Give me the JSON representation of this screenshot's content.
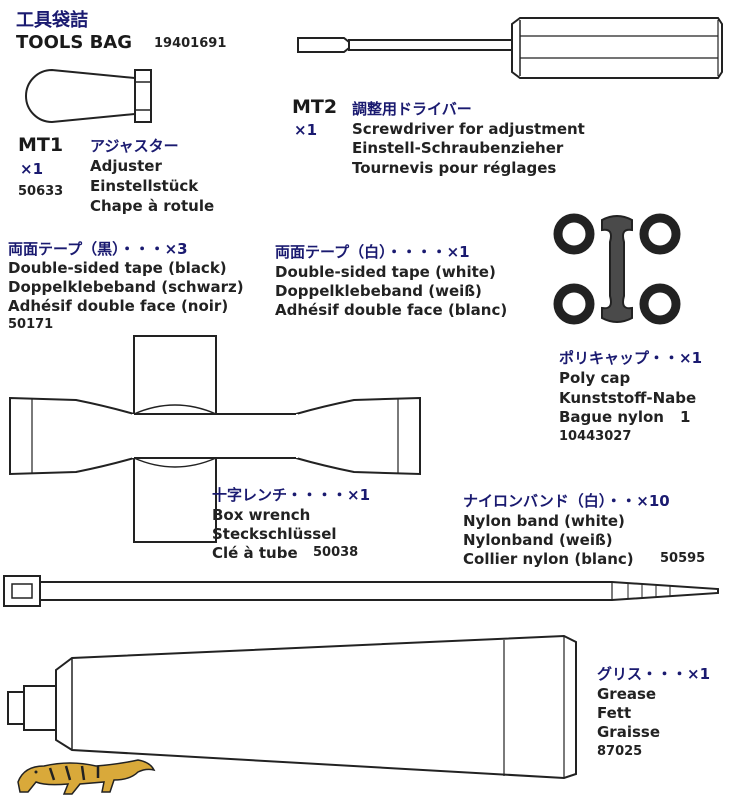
{
  "header": {
    "title_jp": "工具袋詰",
    "title_en": "TOOLS BAG",
    "code": "19401691"
  },
  "items": {
    "mt1": {
      "id": "MT1",
      "qty": "×1",
      "name_jp": "アジャスター",
      "name_en": "Adjuster",
      "name_de": "Einstellstück",
      "name_fr": "Chape à rotule",
      "code": "50633"
    },
    "mt2": {
      "id": "MT2",
      "qty": "×1",
      "name_jp": "調整用ドライバー",
      "name_en": "Screwdriver for adjustment",
      "name_de": "Einstell-Schraubenzieher",
      "name_fr": "Tournevis pour réglages"
    },
    "tape_black": {
      "name_jp": "両面テープ（黒）・・・×3",
      "name_en": "Double-sided tape (black)",
      "name_de": "Doppelklebeband (schwarz)",
      "name_fr": "Adhésif double face (noir)",
      "code": "50171"
    },
    "tape_white": {
      "name_jp": "両面テープ（白）・・・・×1",
      "name_en": "Double-sided tape (white)",
      "name_de": "Doppelklebeband (weiß)",
      "name_fr": "Adhésif double face (blanc)"
    },
    "poly_cap": {
      "name_jp": "ポリキャップ・・×1",
      "name_en": "Poly cap",
      "name_de": "Kunststoff-Nabe",
      "name_fr": "Bague nylon",
      "extra": "1",
      "code": "10443027"
    },
    "box_wrench": {
      "name_jp": "十字レンチ・・・・×1",
      "name_en": "Box wrench",
      "name_de": "Steckschlüssel",
      "name_fr": "Clé à tube",
      "code": "50038"
    },
    "nylon_band": {
      "name_jp": "ナイロンバンド（白）・・×10",
      "name_en": "Nylon band (white)",
      "name_de": "Nylonband (weiß)",
      "name_fr": "Collier nylon (blanc)",
      "code": "50595"
    },
    "grease": {
      "name_jp": "グリス・・・×1",
      "name_en": "Grease",
      "name_de": "Fett",
      "name_fr": "Graisse",
      "code": "87025"
    }
  },
  "colors": {
    "ink": "#1a1a1a",
    "jp_ink": "#1a1a70",
    "part_fill": "#4a4a4a",
    "tiger_fill": "#d9a93a"
  },
  "icons": {
    "logo": "tiger-logo-icon"
  }
}
